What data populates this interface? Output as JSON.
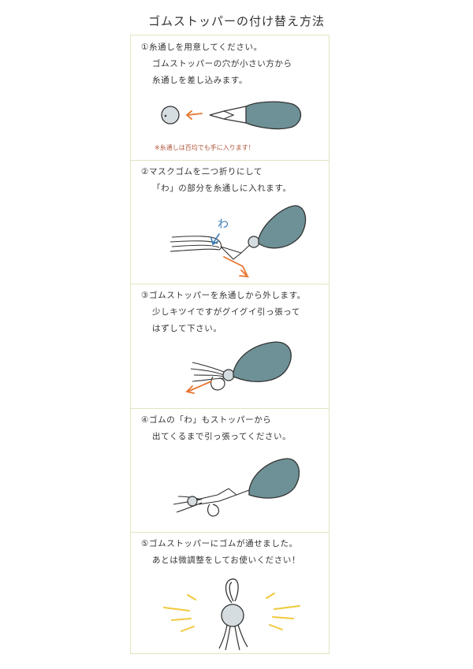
{
  "title": "ゴムストッパーの付け替え方法",
  "colors": {
    "teal": "#6e9197",
    "orange": "#e8752f",
    "blue": "#3b7db8",
    "border": "#dfe6c2",
    "yellow": "#f0c93a",
    "note": "#b0563c"
  },
  "steps": [
    {
      "lines": [
        "①糸通しを用意してください。",
        "ゴムストッパーの穴が小さい方から",
        "糸通しを差し込みます。"
      ],
      "note": "※糸通しは百均でも手に入ります！"
    },
    {
      "lines": [
        "②マスクゴムを二つ折りにして",
        "「わ」の部分を糸通しに入れます。"
      ],
      "label": "わ"
    },
    {
      "lines": [
        "③ゴムストッパーを糸通しから外します。",
        "少しキツイですがグイグイ引っ張って",
        "はずして下さい。"
      ]
    },
    {
      "lines": [
        "④ゴムの「わ」もストッパーから",
        "出てくるまで引っ張ってください。"
      ]
    },
    {
      "lines": [
        "⑤ゴムストッパーにゴムが通せました。",
        "あとは微調整をしてお使いください！"
      ]
    }
  ]
}
